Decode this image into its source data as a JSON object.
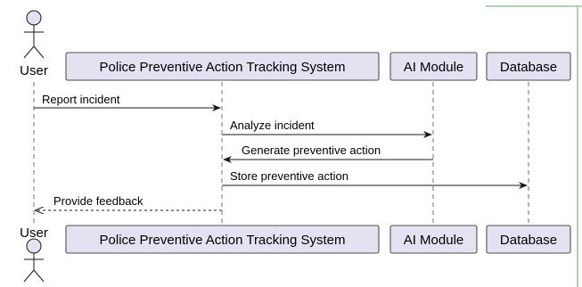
{
  "participants": {
    "user": "User",
    "system": "Police Preventive Action Tracking System",
    "ai": "AI Module",
    "db": "Database"
  },
  "messages": [
    {
      "label": "Report incident"
    },
    {
      "label": "Analyze incident"
    },
    {
      "label": "Generate preventive action"
    },
    {
      "label": "Store preventive action"
    },
    {
      "label": "Provide feedback"
    }
  ],
  "colors": {
    "participant_fill": "#e2e2f0",
    "line": "#181818",
    "accent_edge": "#8fc78f"
  }
}
